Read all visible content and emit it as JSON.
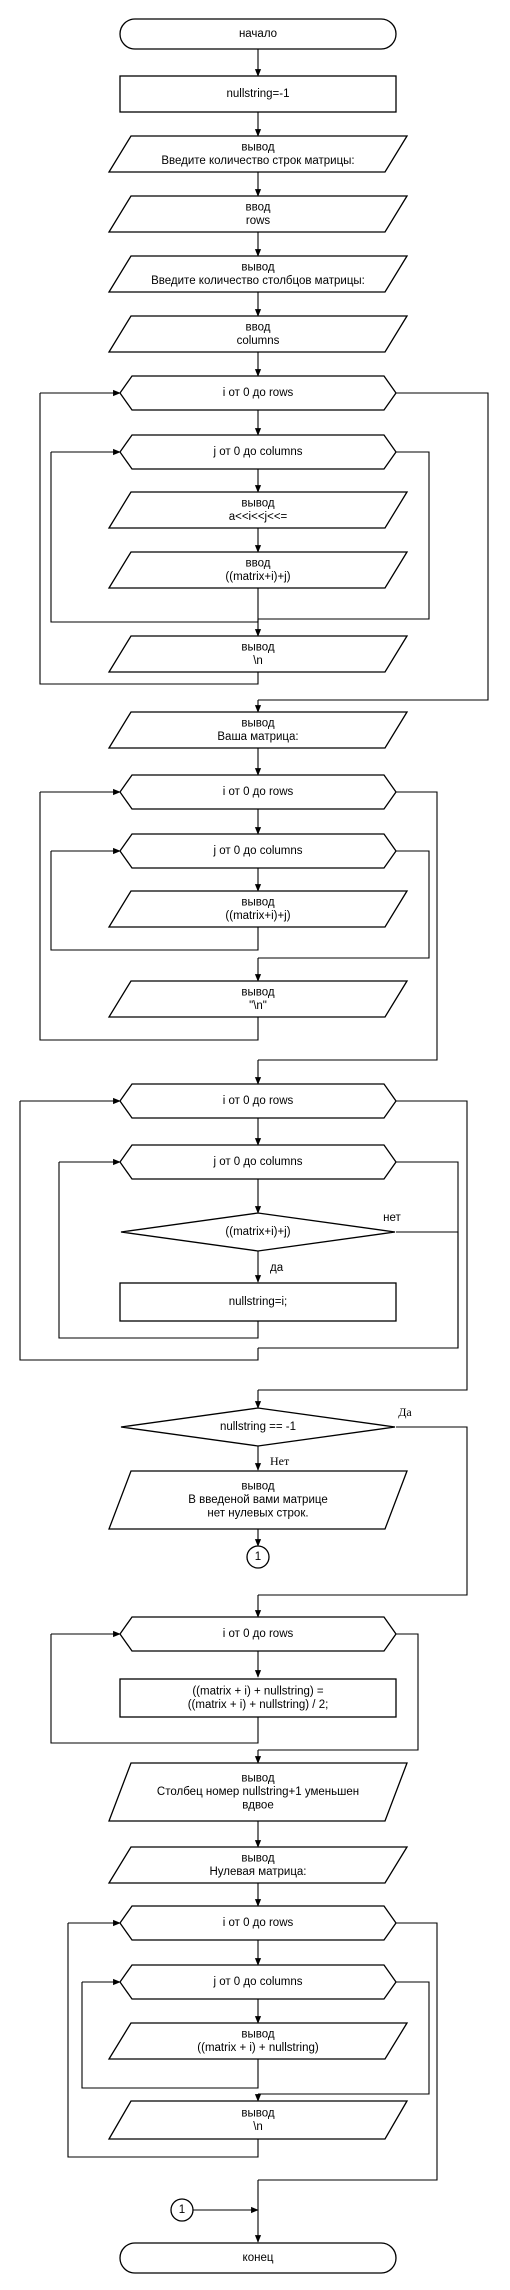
{
  "diagram": {
    "colors": {
      "stroke": "#000000",
      "fill": "#ffffff",
      "text": "#000000"
    },
    "start": "начало",
    "end": "конец",
    "connector_label": "1",
    "blocks": {
      "b1": "nullstring=-1",
      "b2": [
        "вывод",
        "Введите количество строк матрицы:"
      ],
      "b3": [
        "ввод",
        "rows"
      ],
      "b4": [
        "вывод",
        "Введите количество столбцов матрицы:"
      ],
      "b5": [
        "ввод",
        "columns"
      ],
      "l1": "i от 0 до rows",
      "l2": "j от 0 до columns",
      "b6": [
        "вывод",
        "a<<i<<j<<="
      ],
      "b7": [
        "ввод",
        "((matrix+i)+j)"
      ],
      "b8": [
        "вывод",
        "\\n"
      ],
      "b9": [
        "вывод",
        "Ваша матрица:"
      ],
      "l3": "i от 0 до rows",
      "l4": "j от 0 до columns",
      "b10": [
        "вывод",
        "((matrix+i)+j)"
      ],
      "b11": [
        "вывод",
        "\"\\n\""
      ],
      "l5": "i от 0 до rows",
      "l6": "j от 0 до columns",
      "d1": "((matrix+i)+j)",
      "d1_no": "нет",
      "d1_yes": "да",
      "b12": "nullstring=i;",
      "d2": "nullstring == -1",
      "d2_yes": "Да",
      "d2_no": "Нет",
      "b13": [
        "вывод",
        "В введеной вами матрице",
        "нет нулевых строк."
      ],
      "l7": "i от 0 до rows",
      "b14": [
        "((matrix + i) + nullstring) =",
        "((matrix + i) + nullstring) / 2;"
      ],
      "b15": [
        "вывод",
        "Столбец номер nullstring+1 уменьшен",
        "вдвое"
      ],
      "b16": [
        "вывод",
        "Нулевая матрица:"
      ],
      "l8": "i от 0 до rows",
      "l9": "j от 0 до columns",
      "b17": [
        "вывод",
        "((matrix + i) + nullstring)"
      ],
      "b18": [
        "вывод",
        "\\n"
      ]
    }
  }
}
